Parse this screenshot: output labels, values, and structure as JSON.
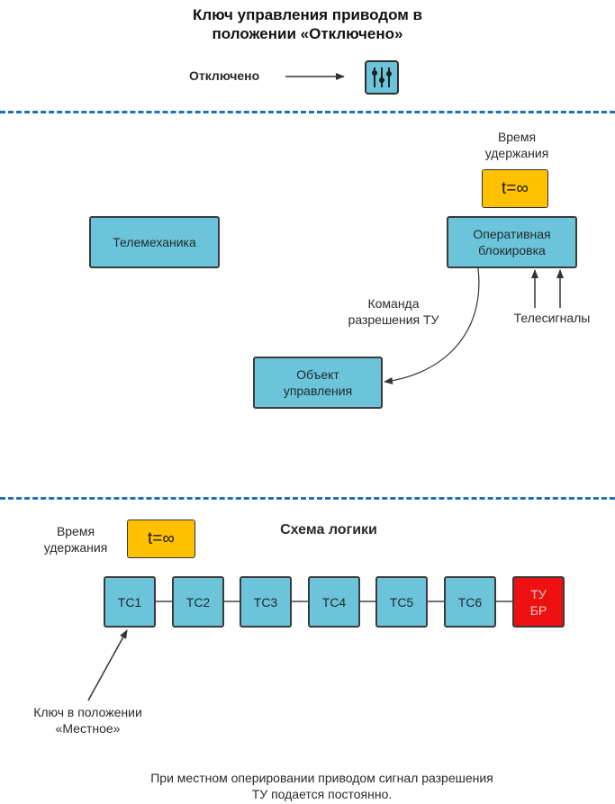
{
  "title": {
    "line1": "Ключ управления приводом в",
    "line2": "положении «Отключено»"
  },
  "key_state": {
    "label": "Отключено",
    "icon": "mixer-switch-icon"
  },
  "section2": {
    "hold_time": {
      "line1": "Время",
      "line2": "удержания"
    },
    "timer": "t=∞",
    "telemechanics": "Телемеханика",
    "op_block": {
      "line1": "Оперативная",
      "line2": "блокировка"
    },
    "command": {
      "line1": "Команда",
      "line2": "разрешения ТУ"
    },
    "telesignals": "Телесигналы",
    "object": {
      "line1": "Объект",
      "line2": "управления"
    }
  },
  "section3": {
    "hold_time": {
      "line1": "Время",
      "line2": "удержания"
    },
    "timer": "t=∞",
    "logic_title": "Схема логики",
    "chain": [
      "ТС1",
      "ТС2",
      "ТС3",
      "ТС4",
      "ТС5",
      "ТС6"
    ],
    "final": {
      "line1": "ТУ",
      "line2": "БР"
    },
    "key_local": {
      "line1": "Ключ в положении",
      "line2": "«Местное»"
    }
  },
  "footer": {
    "line1": "При местном оперировании приводом сигнал разрешения",
    "line2": "ТУ подается постоянно."
  },
  "colors": {
    "box": "#6cc4db",
    "timer": "#ffc000",
    "final": "#ee1111",
    "separator": "#1f6fb5"
  }
}
